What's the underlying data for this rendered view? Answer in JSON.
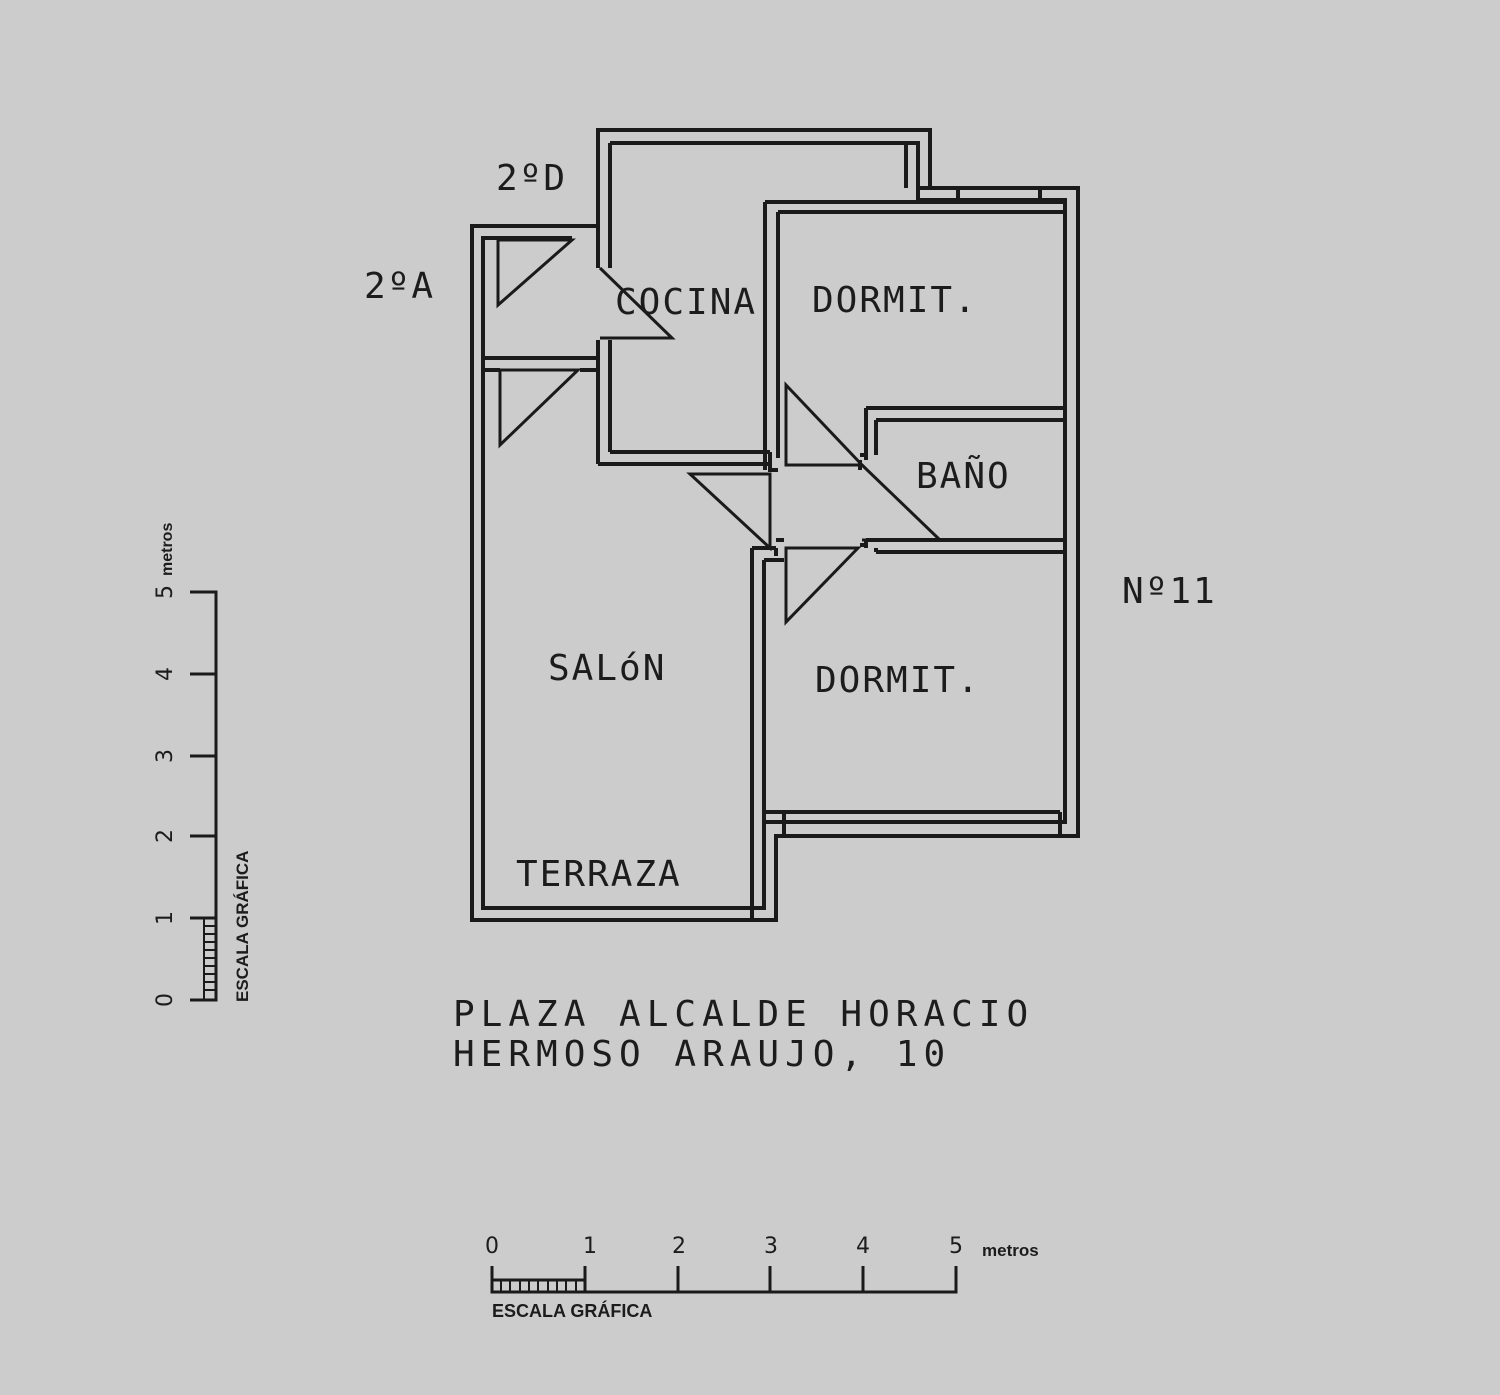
{
  "plan": {
    "rooms": {
      "cocina": "COCINA",
      "dormit_1": "DORMIT.",
      "bano": "BAÑO",
      "salon": "SALóN",
      "dormit_2": "DORMIT.",
      "terraza": "TERRAZA"
    },
    "neighbors": {
      "unit_2d": "2ºD",
      "unit_2a": "2ºA",
      "number_11": "Nº11"
    },
    "address": {
      "line1": "PLAZA ALCALDE HORACIO",
      "line2": "HERMOSO ARAUJO, 10"
    }
  },
  "scales": {
    "vertical": {
      "label": "ESCALA GRÁFICA",
      "unit": "metros",
      "ticks": [
        "0",
        "1",
        "2",
        "3",
        "4",
        "5"
      ]
    },
    "horizontal": {
      "label": "ESCALA GRÁFICA",
      "unit": "metros",
      "ticks": [
        "0",
        "1",
        "2",
        "3",
        "4",
        "5"
      ]
    }
  },
  "colors": {
    "background": "#cccccc",
    "ink": "#1a1a1a"
  }
}
